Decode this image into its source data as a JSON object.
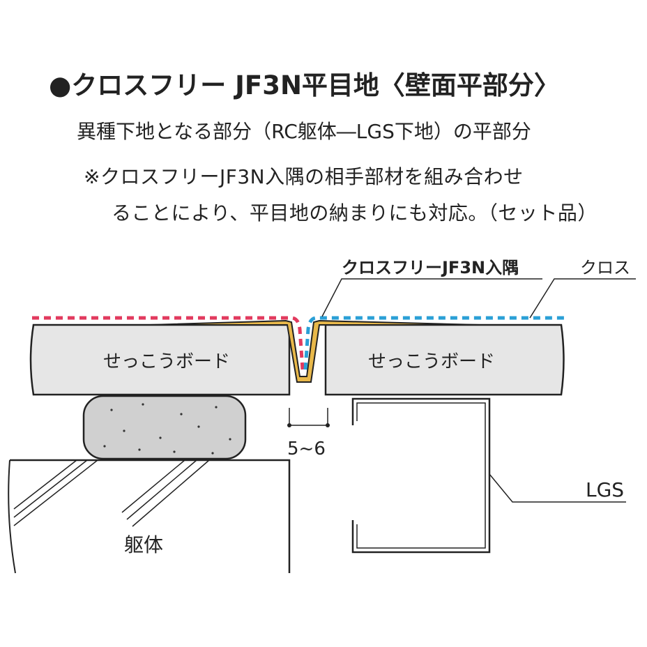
{
  "header": {
    "title": "●クロスフリー JF3N平目地〈壁面平部分〉",
    "subtitle": "異種下地となる部分（RC躯体―LGS下地）の平部分",
    "note_line1": "※クロスフリーJF3N入隅の相手部材を組み合わせ",
    "note_line2": "ることにより、平目地の納まりにも対応。（セット品）"
  },
  "diagram": {
    "label_product": "クロスフリーJF3N入隅",
    "label_cloth": "クロス",
    "label_board_left": "せっこうボード",
    "label_board_right": "せっこうボード",
    "label_gap": "5~6",
    "label_lgs": "LGS",
    "label_body": "躯体"
  },
  "colors": {
    "cloth_left": "#e23a5e",
    "cloth_right": "#2a9fd6",
    "joint": "#e8b84a",
    "board": "#e6e6e6",
    "bond": "#d0d0d0",
    "line": "#222222"
  }
}
